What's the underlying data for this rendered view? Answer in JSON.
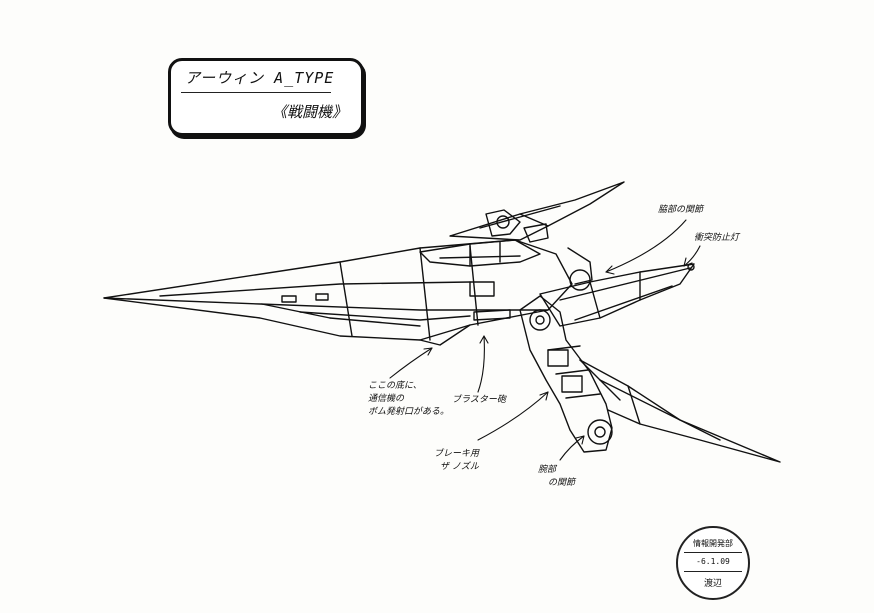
{
  "title": {
    "main": "アーウィン A_TYPE",
    "sub": "《戦闘機》"
  },
  "annotations": {
    "joint_top": "脇部の関節",
    "wing_tip": "衝突防止灯",
    "bottom_lines": [
      "ここの底に、",
      "通信機の",
      "ボム発射口がある。"
    ],
    "blaster": "ブラスター砲",
    "brake_lines": [
      "ブレーキ用",
      "ザ ノズル"
    ],
    "arm_lines": [
      "腕部",
      "の関節"
    ]
  },
  "stamp": {
    "line1": "情報開発部",
    "line2": "-6.1.09",
    "line3": "渡辺"
  },
  "colors": {
    "ink": "#111111",
    "paper": "#fdfdfb"
  }
}
